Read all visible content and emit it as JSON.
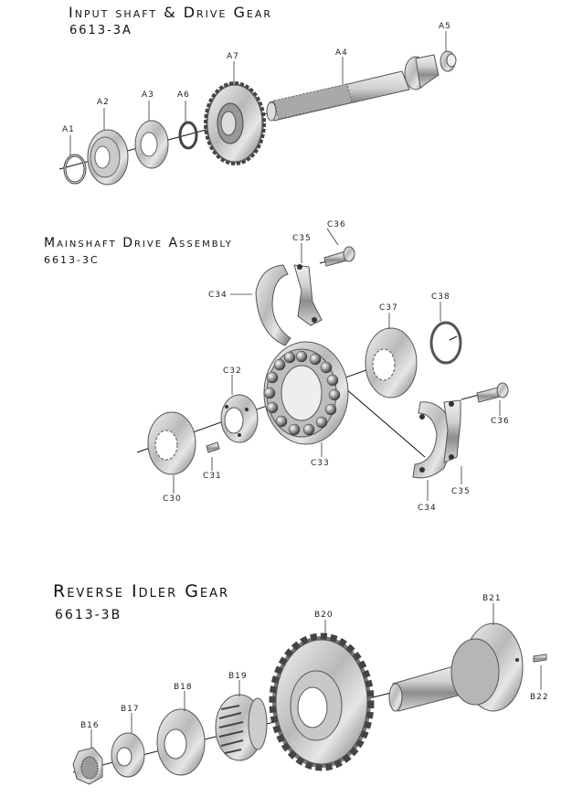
{
  "sections": [
    {
      "title": "Input shaft & Drive Gear",
      "code": "6613-3A"
    },
    {
      "title": "Mainshaft Drive Assembly",
      "code": "6613-3C"
    },
    {
      "title": "Reverse Idler Gear",
      "code": "6613-3B"
    }
  ],
  "labels": {
    "A1": "A1",
    "A2": "A2",
    "A3": "A3",
    "A4": "A4",
    "A5": "A5",
    "A6": "A6",
    "A7": "A7",
    "C30": "C30",
    "C31": "C31",
    "C32": "C32",
    "C33": "C33",
    "C34a": "C34",
    "C34b": "C34",
    "C35a": "C35",
    "C35b": "C35",
    "C36a": "C36",
    "C36b": "C36",
    "C37": "C37",
    "C38": "C38",
    "B16": "B16",
    "B17": "B17",
    "B18": "B18",
    "B19": "B19",
    "B20": "B20",
    "B21": "B21",
    "B22": "B22"
  }
}
